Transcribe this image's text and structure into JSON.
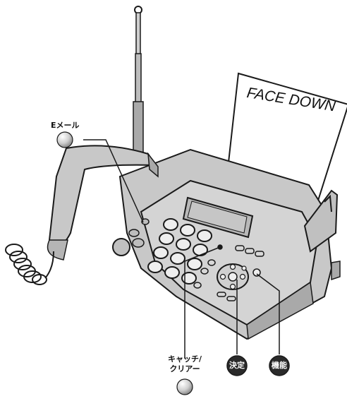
{
  "paper_label": "FACE DOWN",
  "callouts": {
    "email": "Eメール",
    "catch_clear_line1": "キャッチ/",
    "catch_clear_line2": "クリアー",
    "decide": "決定",
    "function": "機能"
  },
  "colors": {
    "body_fill": "#d4d4d4",
    "body_shadow": "#a9a9a9",
    "outline": "#1a1a1a",
    "button_gray": "#bdbdbd",
    "badge_dark": "#2a2a2a"
  }
}
